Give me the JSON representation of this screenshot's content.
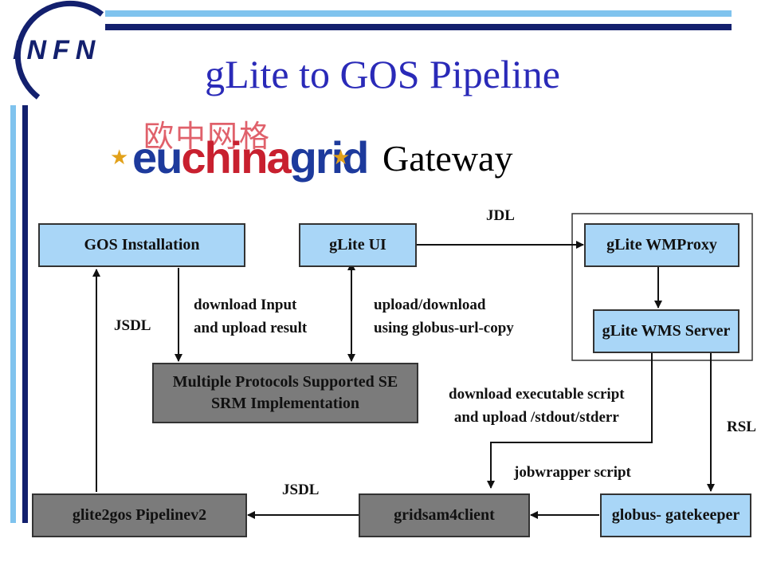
{
  "slide": {
    "title": "gLite to GOS Pipeline",
    "subtitle": "Gateway"
  },
  "logos": {
    "infn": "INFN",
    "euchina_cn": "欧中网格",
    "euchina_parts": [
      "eu",
      "china",
      "grid"
    ]
  },
  "colors": {
    "title": "#2a2ab8",
    "box_blue": "#a9d6f7",
    "box_gray": "#7b7b7b",
    "accent_navy": "#13206e",
    "accent_light_blue": "#7fc3ee"
  },
  "nodes": {
    "gos_installation": "GOS Installation",
    "glite_ui": "gLite UI",
    "glite_wmproxy": "gLite WMProxy",
    "glite_wms_server": "gLite WMS Server",
    "se_line1": "Multiple Protocols Supported SE",
    "se_line2": "SRM Implementation",
    "glite2gos": "glite2gos  Pipelinev2",
    "gridsam4client": "gridsam4client",
    "globus_gatekeeper": "globus- gatekeeper"
  },
  "edge_labels": {
    "jdl": "JDL",
    "jsdl_left": "JSDL",
    "download_input_1": "download Input",
    "download_input_2": "and upload result",
    "upload_download_1": "upload/download",
    "upload_download_2": "using globus-url-copy",
    "download_exec_1": "download executable script",
    "download_exec_2": "and upload /stdout/stderr",
    "rsl": "RSL",
    "jobwrapper": "jobwrapper script",
    "jsdl_bottom": "JSDL"
  }
}
